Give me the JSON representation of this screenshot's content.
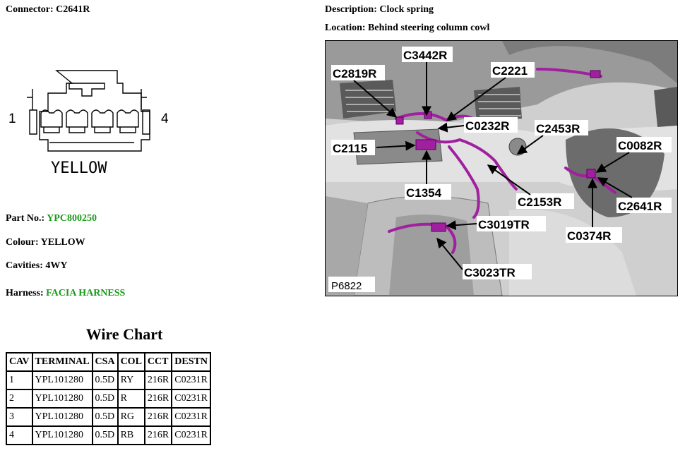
{
  "header": {
    "connector": "Connector: C2641R",
    "description": "Description: Clock spring",
    "location": "Location: Behind steering column cowl"
  },
  "diagram": {
    "pin_first": "1",
    "pin_last": "4",
    "colour_label": "YELLOW"
  },
  "info": {
    "part_no_label": "Part No.:",
    "part_no": "YPC800250",
    "colour": "Colour: YELLOW",
    "cavities": "Cavities: 4WY",
    "harness_label": "Harness:",
    "harness": "FACIA HARNESS"
  },
  "wire_chart": {
    "title": "Wire Chart",
    "headers": [
      "CAV",
      "TERMINAL",
      "CSA",
      "COL",
      "CCT",
      "DESTN"
    ],
    "rows": [
      [
        "1",
        "YPL101280",
        "0.5D",
        "RY",
        "216R",
        "C0231R"
      ],
      [
        "2",
        "YPL101280",
        "0.5D",
        "R",
        "216R",
        "C0231R"
      ],
      [
        "3",
        "YPL101280",
        "0.5D",
        "RG",
        "216R",
        "C0231R"
      ],
      [
        "4",
        "YPL101280",
        "0.5D",
        "RB",
        "216R",
        "C0231R"
      ]
    ]
  },
  "location_image": {
    "figure_id": "P6822",
    "harness_color": "#a020a0",
    "callouts": [
      "C3442R",
      "C2819R",
      "C2221",
      "C0232R",
      "C2453R",
      "C2115",
      "C0082R",
      "C1354",
      "C2153R",
      "C2641R",
      "C3019TR",
      "C0374R",
      "C3023TR"
    ]
  }
}
